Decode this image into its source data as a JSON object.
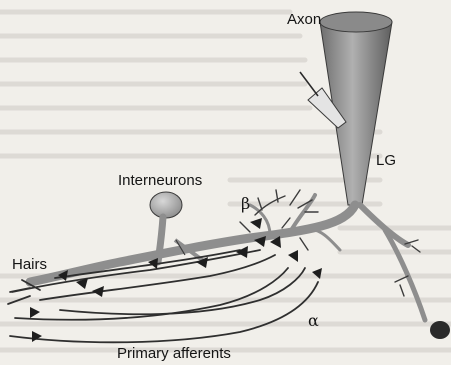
{
  "labels": {
    "axon": "Axon",
    "lg": "LG",
    "interneurons": "Interneurons",
    "beta": "β",
    "hairs": "Hairs",
    "alpha": "α",
    "primary_afferents": "Primary afferents"
  },
  "colors": {
    "background": "#f1efea",
    "neuron_gray": "#9a9a9a",
    "dark_gray": "#3a3a3a",
    "background_text": "#c9c6c0"
  },
  "icons": {
    "electrode": "recording-electrode",
    "synapse": "arrowhead-synapse"
  }
}
